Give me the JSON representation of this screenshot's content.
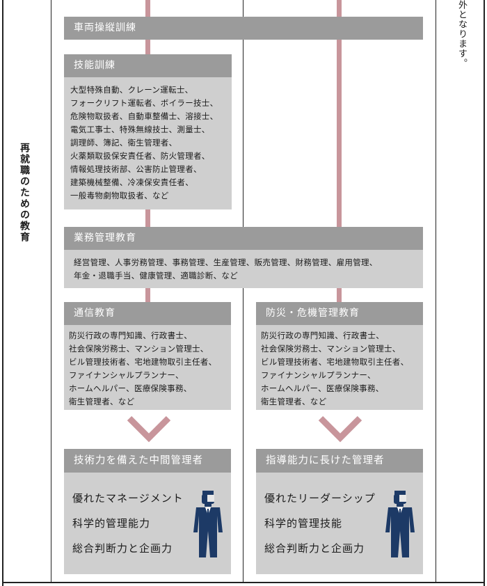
{
  "side_label": "再就職のための教育",
  "right_note": "外となります。",
  "colors": {
    "header_bg": "#9b9b9b",
    "box_bg": "#cfcfcf",
    "connector": "#c8959b",
    "figure": "#1d3a66"
  },
  "vehicle": {
    "title": "車両操縦訓練"
  },
  "skill": {
    "title": "技能訓練",
    "lines": [
      "大型特殊自動、クレーン運転士、",
      "フォークリフト運転者、ボイラー技士、",
      "危険物取扱者、自動車整備士、溶接士、",
      "電気工事士、特殊無線技士、測量士、",
      "調理師、簿記、衛生管理者、",
      "火薬類取扱保安責任者、防火管理者、",
      "情報処理技術部、公害防止管理者、",
      "建築機械整備、冷凍保安責任者、",
      "一般毒物劇物取扱者、など"
    ]
  },
  "business": {
    "title": "業務管理教育",
    "lines": [
      "経営管理、人事労務管理、事務管理、生産管理、販売管理、財務管理、雇用管理、",
      "年金・退職手当、健康管理、適職診断、など"
    ]
  },
  "correspondence": {
    "title": "通信教育",
    "lines": [
      "防災行政の専門知識、行政書士、",
      "社会保険労務士、マンション管理士、",
      "ビル管理技術者、宅地建物取引主任者、",
      "ファイナンシャルプランナー、",
      "ホームヘルパー、医療保険事務、",
      "衛生管理者、など"
    ]
  },
  "disaster": {
    "title": "防災・危機管理教育",
    "lines": [
      "防災行政の専門知識、行政書士、",
      "社会保険労務士、マンション管理士、",
      "ビル管理技術者、宅地建物取引主任者、",
      "ファイナンシャルプランナー、",
      "ホームヘルパー、医療保険事務、",
      "衛生管理者、など"
    ]
  },
  "result_left": {
    "title": "技術力を備えた中間管理者",
    "lines": [
      "優れたマネージメント",
      "科学的管理能力",
      "総合判断力と企画力"
    ],
    "icon": "businessman-icon"
  },
  "result_right": {
    "title": "指導能力に長けた管理者",
    "lines": [
      "優れたリーダーシップ",
      "科学的管理技能",
      "総合判断力と企画力"
    ],
    "icon": "businessman-icon"
  }
}
